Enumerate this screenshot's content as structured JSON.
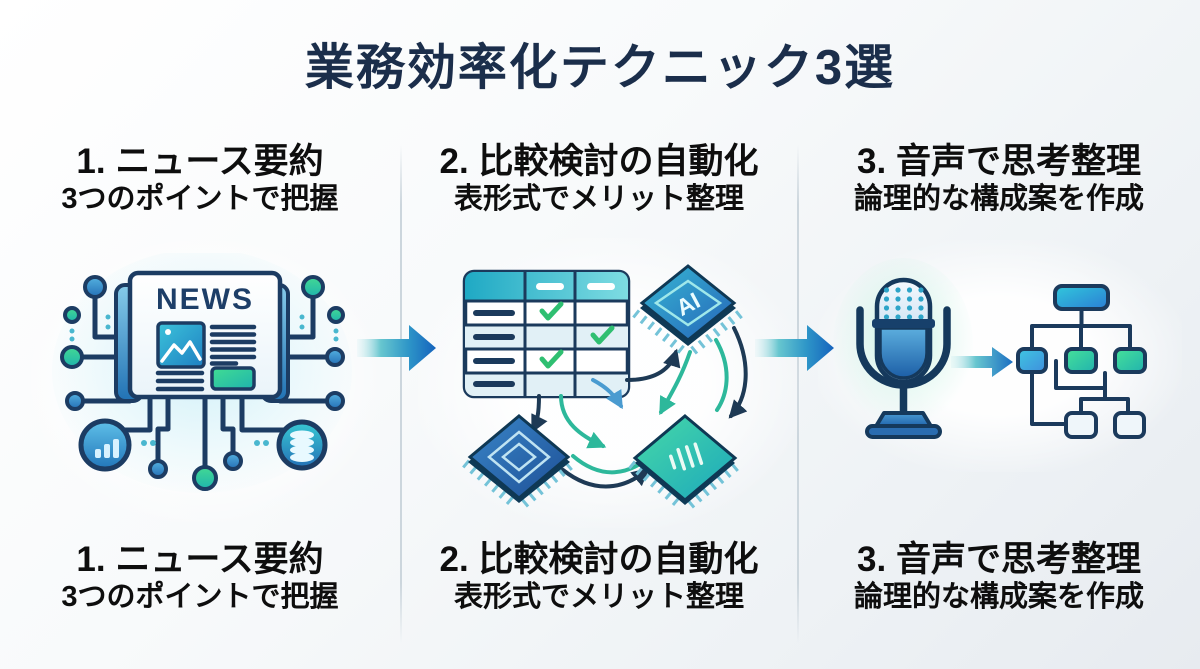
{
  "title": "業務効率化テクニック3選",
  "columns": [
    {
      "id": "news-summary",
      "top_label": {
        "heading": "1. ニュース要約",
        "subheading": "3つのポイントで把握"
      },
      "bottom_label": {
        "heading": "1. ニュース要約",
        "subheading": "3つのポイントで把握"
      }
    },
    {
      "id": "comparison-automation",
      "top_label": {
        "heading": "2. 比較検討の自動化",
        "subheading": "表形式でメリット整理"
      },
      "bottom_label": {
        "heading": "2. 比較検討の自動化",
        "subheading": "表形式でメリット整理"
      }
    },
    {
      "id": "voice-structuring",
      "top_label": {
        "heading": "3. 音声で思考整理",
        "subheading": "論理的な構成案を作成"
      },
      "bottom_label": {
        "heading": "3. 音声で思考整理",
        "subheading": "論理的な構成案を作成"
      }
    }
  ],
  "illustrations": {
    "news": {
      "masthead": "NEWS"
    },
    "comparison": {
      "chip_label": "AI"
    }
  },
  "colors": {
    "title_navy": "#1b2e4b",
    "label_black": "#0e0e0e",
    "outline_navy": "#1b3a5c",
    "teal": "#2ab5c3",
    "green_check": "#2fbf71",
    "arrow_blue": "#1563bd",
    "divider_gray": "#ccd6dd",
    "background_start": "#ffffff",
    "background_end": "#e7ebf0"
  }
}
